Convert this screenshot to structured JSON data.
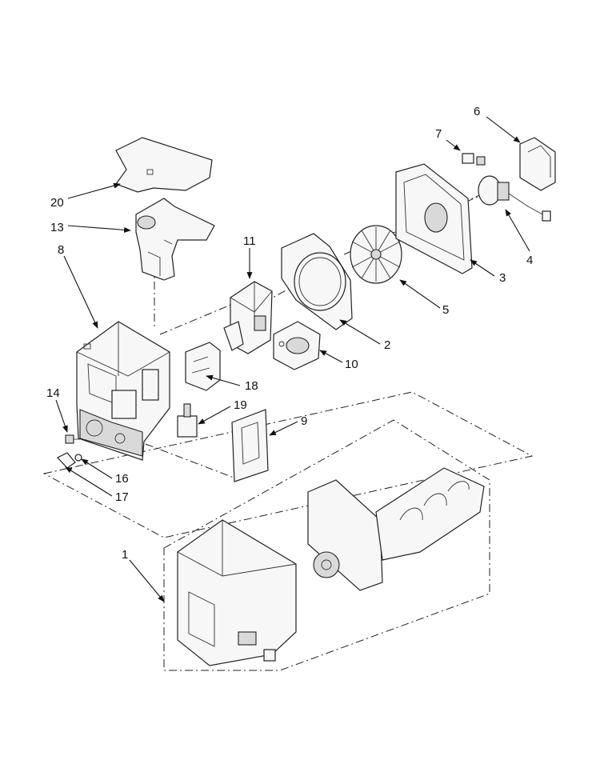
{
  "callouts": {
    "c1": "1",
    "c2": "2",
    "c3": "3",
    "c4": "4",
    "c5": "5",
    "c6": "6",
    "c7": "7",
    "c8": "8",
    "c9": "9",
    "c10": "10",
    "c11": "11",
    "c13": "13",
    "c14": "14",
    "c16": "16",
    "c17": "17",
    "c18": "18",
    "c19": "19",
    "c20": "20"
  }
}
